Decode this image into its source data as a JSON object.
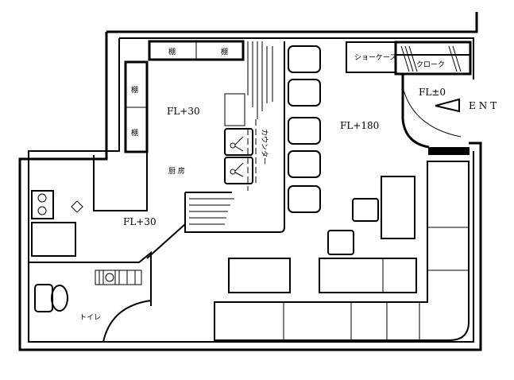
{
  "labels": {
    "shelf": "棚",
    "kitchen_floor": "FL+30",
    "kitchen": "厨 房",
    "counter": "カウンター",
    "lower_floor": "FL+30",
    "main_floor": "FL+180",
    "showcase": "ショーケース",
    "cloak": "クローク",
    "entrance_floor": "FL±0",
    "entrance": "ENT",
    "toilet": "トイレ"
  }
}
